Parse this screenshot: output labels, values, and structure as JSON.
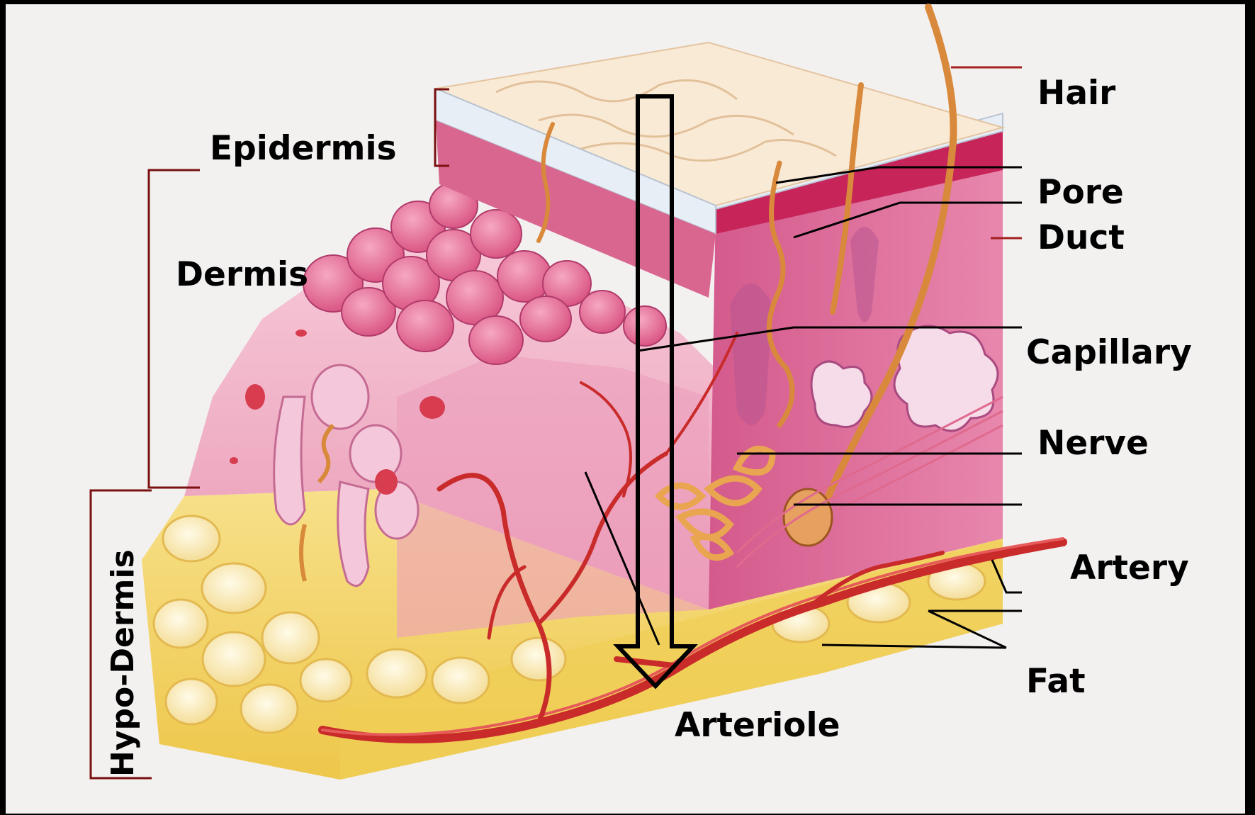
{
  "diagram": {
    "labels": {
      "hair": "Hair",
      "pore": "Pore",
      "duct": "Duct",
      "capillary": "Capillary",
      "nerve": "Nerve",
      "artery": "Artery",
      "fat": "Fat",
      "arteriole": "Arteriole",
      "epidermis": "Epidermis",
      "dermis": "Dermis",
      "hypodermis": "Hypo-Dermis"
    },
    "colors": {
      "epidermis": "#e97aa0",
      "dermis": "#f2b6cc",
      "fat": "#f4d36a",
      "vessel": "#c92a2a",
      "leader": "#000000",
      "bracket": "#7a1010"
    }
  }
}
